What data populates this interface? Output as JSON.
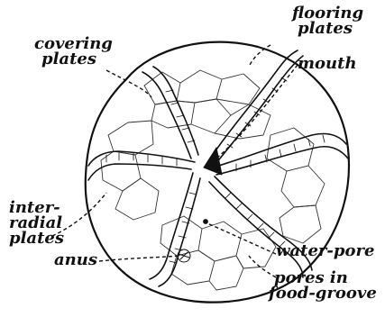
{
  "figure": {
    "labels": {
      "flooring_plates": [
        "flooring",
        "plates"
      ],
      "covering_plates": [
        "covering",
        "plates"
      ],
      "mouth": "mouth",
      "interradial_plates": [
        "inter-",
        "radial",
        "plates"
      ],
      "anus": "anus",
      "water_pore": "water-pore",
      "pores_in_food_groove": [
        "pores in",
        "food-groove"
      ]
    }
  }
}
